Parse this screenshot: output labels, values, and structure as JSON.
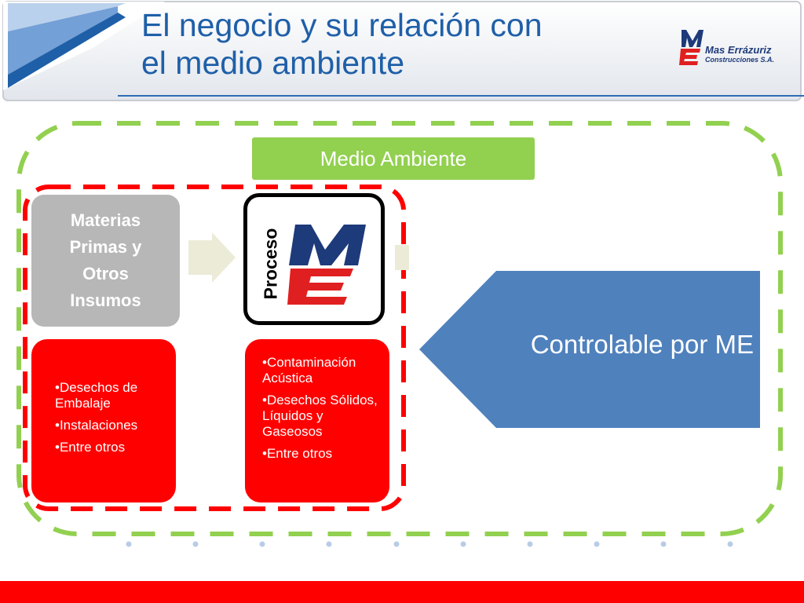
{
  "title": "El negocio y su relación con\nel medio ambiente",
  "logo": {
    "name": "Mas Errázuriz",
    "sub": "Construcciones S.A."
  },
  "environment_label": "Medio Ambiente",
  "materials_box": {
    "text": "Materias\nPrimas y\nOtros\nInsumos"
  },
  "process_label": "Proceso",
  "waste_box": {
    "items": [
      "•Desechos de Embalaje",
      "•Instalaciones",
      "•Entre otros"
    ]
  },
  "impacts_box": {
    "items": [
      "•Contaminación Acústica",
      "•Desechos Sólidos, Líquidos y Gaseosos",
      "•Entre otros"
    ]
  },
  "controllable_label": "Controlable por ME",
  "colors": {
    "title_blue": "#1f5fa8",
    "green": "#92d050",
    "red": "#ff0000",
    "gray": "#b7b7b7",
    "steel_blue": "#4f81bd",
    "logo_navy": "#1d3a7a"
  }
}
